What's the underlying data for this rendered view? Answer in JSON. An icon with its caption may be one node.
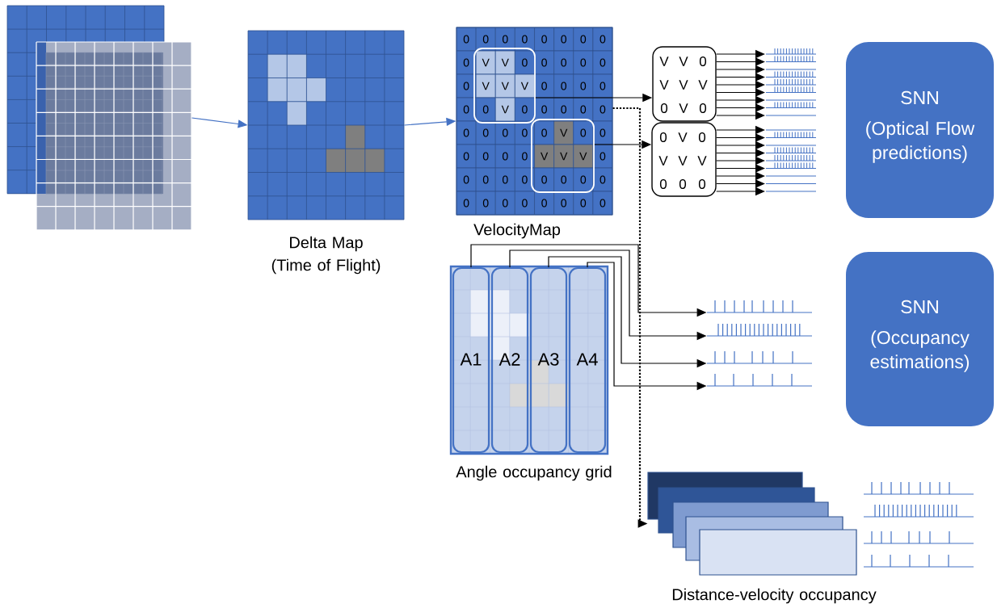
{
  "diagram": {
    "nodes": [
      {
        "text": [],
        "shape": "picture"
      },
      {
        "text": [],
        "shape": "picture",
        "beside": [
          "Delta Map (Time of Flight)"
        ]
      },
      {
        "text": [
          "0",
          "0",
          "0",
          "0",
          "0",
          "0",
          "0",
          "0",
          "0",
          "0",
          "0",
          "0",
          "0",
          "0",
          "0",
          "0",
          "0",
          "0",
          "0",
          "0",
          "0",
          "0",
          "0",
          "0",
          "0",
          "0",
          "0",
          "0",
          "0",
          "0",
          "0",
          "0",
          "0",
          "0",
          "0",
          "0",
          "0",
          "0",
          "0",
          "0",
          "0",
          "0",
          "0",
          "0",
          "0",
          "0"
        ],
        "beside": [
          "VelocityMap"
        ]
      },
      {
        "text": [
          "V",
          "V",
          "0",
          "V",
          "V",
          "V",
          "0",
          "V",
          "0"
        ],
        "in": 2
      },
      {
        "text": [
          "0",
          "V",
          "0",
          "V",
          "V",
          "V",
          "0",
          "0",
          "0"
        ],
        "in": 2
      },
      {
        "text": [
          "V",
          "V",
          "0",
          "V",
          "V",
          "V",
          "0",
          "V",
          "0"
        ]
      },
      {
        "text": [
          "0",
          "V",
          "0",
          "V",
          "V",
          "V",
          "0",
          "0",
          "0"
        ]
      },
      {
        "text": [
          "SNN",
          "(Optical Flow predictions)"
        ]
      },
      {
        "text": [],
        "shape": "box",
        "beside": [
          "Angle occupancy grid"
        ]
      },
      {
        "text": [
          "A1"
        ],
        "in": 8
      },
      {
        "text": [
          "A2"
        ],
        "in": 8
      },
      {
        "text": [
          "A3"
        ],
        "in": 8
      },
      {
        "text": [
          "A4"
        ],
        "in": 8
      },
      {
        "text": [],
        "shape": "picture"
      },
      {
        "text": [],
        "shape": "picture"
      },
      {
        "text": [],
        "shape": "picture"
      },
      {
        "text": [],
        "shape": "picture"
      },
      {
        "text": [
          "SNN",
          "(Occupancy estimations)"
        ]
      },
      {
        "text": [],
        "shape": "picture",
        "beside": [
          "Distance-velocity occupancy"
        ]
      },
      {
        "text": [],
        "shape": "picture"
      },
      {
        "text": [],
        "shape": "picture"
      },
      {
        "text": [],
        "shape": "picture"
      },
      {
        "text": [],
        "shape": "picture"
      }
    ],
    "edges": [
      {
        "from": 0,
        "to": 1,
        "arrow": "to",
        "color": "#4472c4"
      },
      {
        "from": 1,
        "to": 2,
        "arrow": "to",
        "color": "#4472c4"
      },
      {
        "from": 3,
        "to": 5,
        "arrow": "to"
      },
      {
        "from": 4,
        "to": 6,
        "arrow": "to"
      },
      {
        "from": 5,
        "to": null,
        "arrow": "to"
      },
      {
        "from": 5,
        "to": null,
        "arrow": "to"
      },
      {
        "from": 5,
        "to": null,
        "arrow": "to"
      },
      {
        "from": 5,
        "to": null,
        "arrow": "to"
      },
      {
        "from": 5,
        "to": null,
        "arrow": "to"
      },
      {
        "from": 5,
        "to": null,
        "arrow": "to"
      },
      {
        "from": 5,
        "to": null,
        "arrow": "to"
      },
      {
        "from": 5,
        "to": null,
        "arrow": "to"
      },
      {
        "from": 5,
        "to": null,
        "arrow": "to"
      },
      {
        "from": 6,
        "to": null,
        "arrow": "to"
      },
      {
        "from": 6,
        "to": null,
        "arrow": "to"
      },
      {
        "from": 6,
        "to": null,
        "arrow": "to"
      },
      {
        "from": 6,
        "to": null,
        "arrow": "to"
      },
      {
        "from": 6,
        "to": null,
        "arrow": "to"
      },
      {
        "from": 6,
        "to": null,
        "arrow": "to"
      },
      {
        "from": 6,
        "to": null,
        "arrow": "to"
      },
      {
        "from": 6,
        "to": null,
        "arrow": "to"
      },
      {
        "from": 6,
        "to": null,
        "arrow": "to"
      },
      {
        "from": 9,
        "to": 13,
        "arrow": "to"
      },
      {
        "from": 10,
        "to": 14,
        "arrow": "to"
      },
      {
        "from": 11,
        "to": 15,
        "arrow": "to"
      },
      {
        "from": 12,
        "to": 16,
        "arrow": "to"
      },
      {
        "from": 2,
        "to": 18,
        "arrow": "to",
        "style": "dashed"
      }
    ]
  }
}
